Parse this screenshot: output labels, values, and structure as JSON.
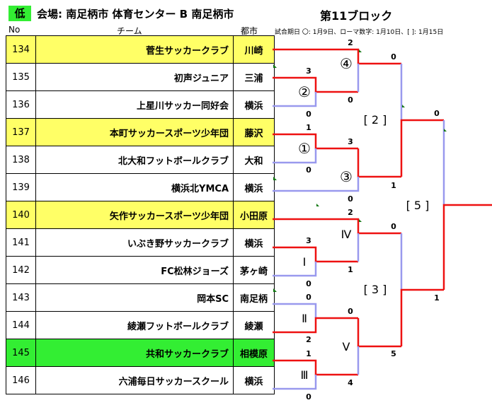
{
  "header": {
    "badge": "低",
    "venue": "会場: 南足柄市  体育センター  B   南足柄市",
    "block": "第11ブロック",
    "col_no": "No",
    "col_team": "チーム",
    "col_city": "都市",
    "legend": "試合期日  〇: 1月9日、ローマ数字: 1月10日、[ ]: 1月15日"
  },
  "teams": [
    {
      "no": "134",
      "name": "菅生サッカークラブ",
      "city": "川崎",
      "highlight": "yellow"
    },
    {
      "no": "135",
      "name": "初声ジュニア",
      "city": "三浦",
      "highlight": ""
    },
    {
      "no": "136",
      "name": "上星川サッカー同好会",
      "city": "横浜",
      "highlight": ""
    },
    {
      "no": "137",
      "name": "本町サッカースポーツ少年団",
      "city": "藤沢",
      "highlight": "yellow"
    },
    {
      "no": "138",
      "name": "北大和フットボールクラブ",
      "city": "大和",
      "highlight": ""
    },
    {
      "no": "139",
      "name": "横浜北YMCA",
      "city": "横浜",
      "highlight": ""
    },
    {
      "no": "140",
      "name": "矢作サッカースポーツ少年団",
      "city": "小田原",
      "highlight": "yellow"
    },
    {
      "no": "141",
      "name": "いぶき野サッカークラブ",
      "city": "横浜",
      "highlight": ""
    },
    {
      "no": "142",
      "name": "FC松林ジョーズ",
      "city": "茅ヶ崎",
      "highlight": ""
    },
    {
      "no": "143",
      "name": "岡本SC",
      "city": "南足柄",
      "highlight": ""
    },
    {
      "no": "144",
      "name": "綾瀬フットボールクラブ",
      "city": "綾瀬",
      "highlight": ""
    },
    {
      "no": "145",
      "name": "共和サッカークラブ",
      "city": "相模原",
      "highlight": "green"
    },
    {
      "no": "146",
      "name": "六浦毎日サッカースクール",
      "city": "横浜",
      "highlight": ""
    }
  ],
  "bracket": {
    "labels": {
      "m1": "①",
      "m2": "②",
      "m3": "③",
      "m4": "④",
      "r1": "Ⅰ",
      "r2": "Ⅱ",
      "r3": "Ⅲ",
      "r4": "Ⅳ",
      "r5": "Ⅴ",
      "b2": "[ 2 ]",
      "b3": "[ 3 ]",
      "b5": "[ 5 ]"
    },
    "scores": {
      "m4_top": "2",
      "m4_bot": "0",
      "m2_top": "3",
      "m2_bot": "0",
      "m1_top": "1",
      "m1_bot": "0",
      "m3_top": "3",
      "m3_bot": "0",
      "b2_top": "0",
      "b2_bot": "1",
      "r4_top": "2",
      "r4_bot": "1",
      "r1_top": "3",
      "r1_bot": "0",
      "r2_top": "0",
      "r2_bot": "2",
      "r3_top": "1",
      "r3_bot": "0",
      "r5_top": "0",
      "r5_bot": "4",
      "b3_top": "0",
      "b3_bot": "5",
      "b5_top": "0",
      "b5_bot": "1"
    },
    "colors": {
      "win": "#ee1111",
      "lose": "#9999ee",
      "marker": "#117711"
    }
  }
}
